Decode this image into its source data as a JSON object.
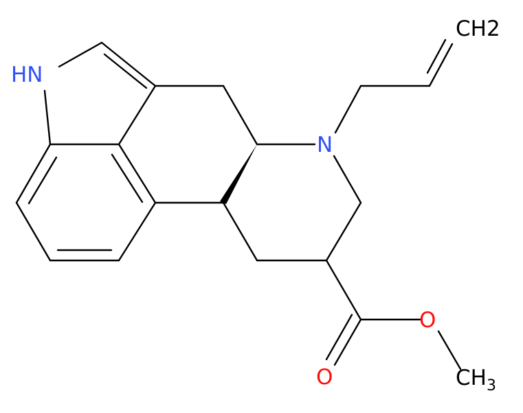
{
  "molecule": {
    "atom_labels": {
      "nh": "HN",
      "n_amine": "N",
      "ch2_main": "CH",
      "ch2_sub": "2",
      "o_ester": "O",
      "o_carbonyl": "O",
      "ch3_main": "CH",
      "ch3_sub": "3"
    },
    "colors": {
      "bond": "#000000",
      "nitrogen": "#3050f8",
      "oxygen": "#ff0d0d",
      "carbon_label": "#000000",
      "background": "#ffffff"
    }
  }
}
